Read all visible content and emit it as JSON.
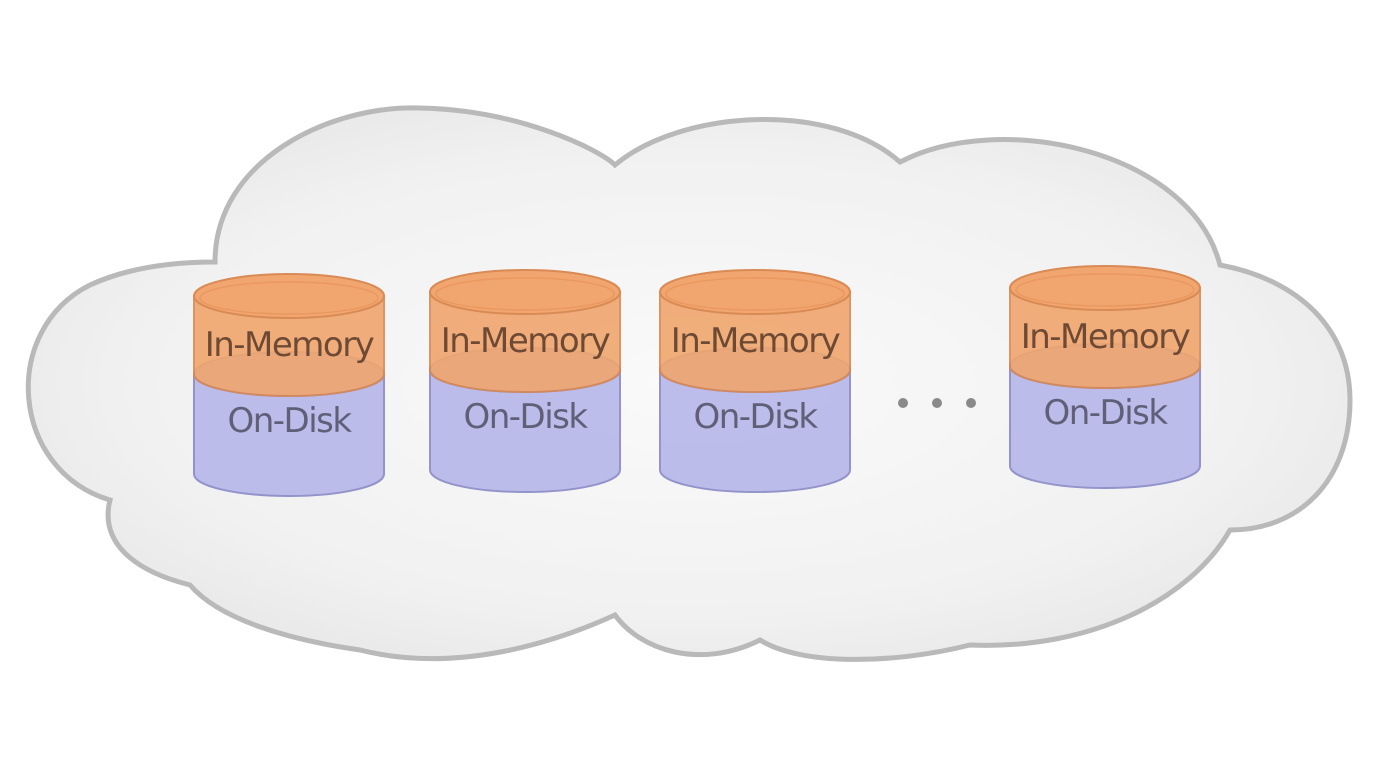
{
  "nodes": [
    {
      "memory_label": "In-Memory",
      "disk_label": "On-Disk"
    },
    {
      "memory_label": "In-Memory",
      "disk_label": "On-Disk"
    },
    {
      "memory_label": "In-Memory",
      "disk_label": "On-Disk"
    },
    {
      "memory_label": "In-Memory",
      "disk_label": "On-Disk"
    }
  ],
  "colors": {
    "memory_fill": "#f0a66e",
    "memory_stroke": "#d98a55",
    "disk_fill": "#b8b8ea",
    "disk_stroke": "#8c8cc8",
    "cloud_stroke": "#b9b9b9",
    "cloud_fill": "#f4f4f4",
    "ellipsis": "#8a8a8a"
  }
}
